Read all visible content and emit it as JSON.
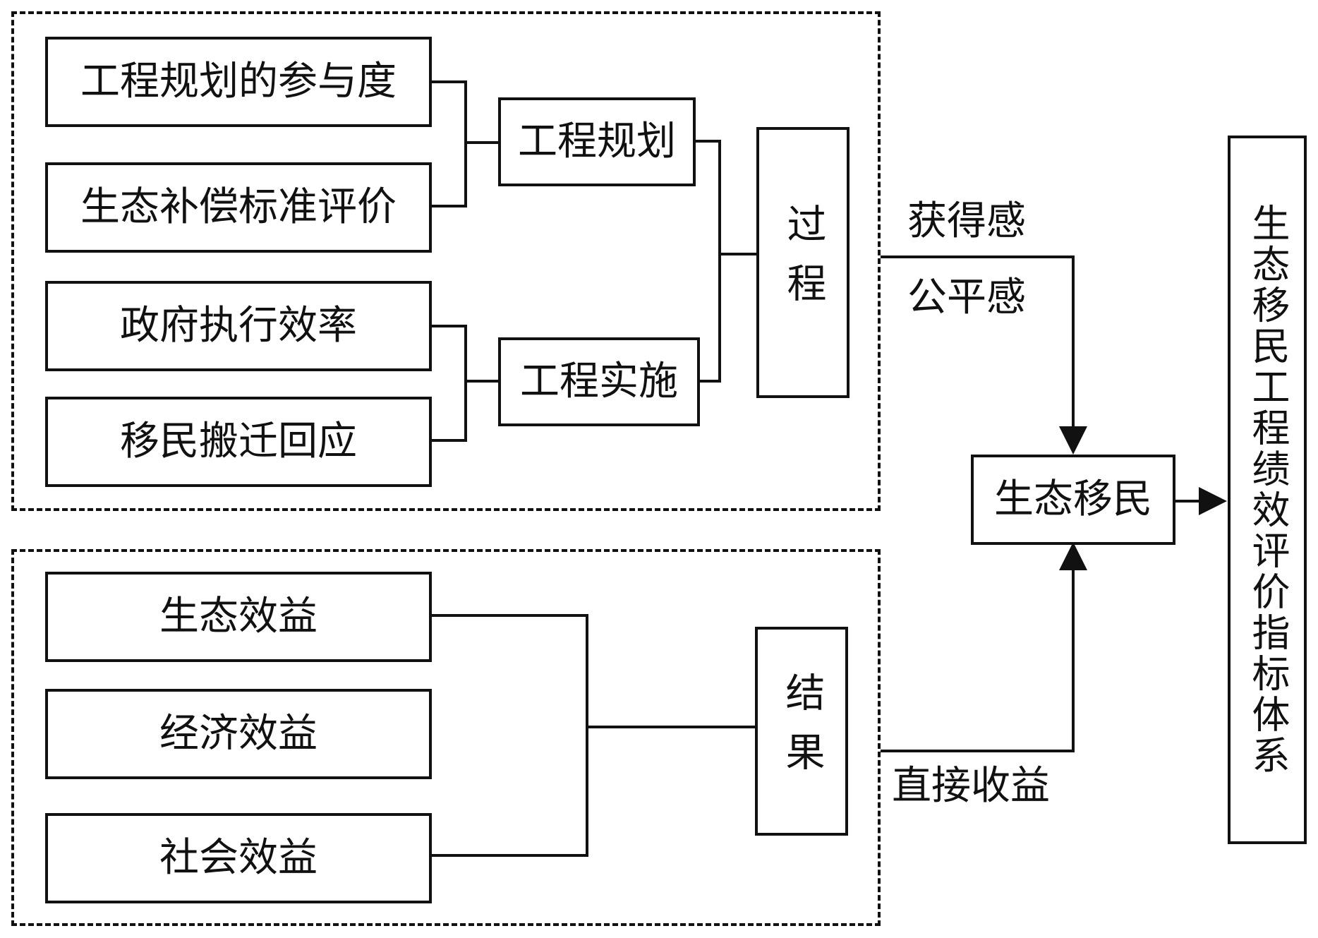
{
  "process_group": {
    "items": [
      "工程规划的参与度",
      "生态补偿标准评价",
      "政府执行效率",
      "移民搬迁回应"
    ],
    "planning": "工程规划",
    "implementation": "工程实施",
    "stage": "过程"
  },
  "result_group": {
    "items": [
      "生态效益",
      "经济效益",
      "社会效益"
    ],
    "stage": "结果"
  },
  "flow_labels": {
    "gain": "获得感",
    "fairness": "公平感",
    "direct_income": "直接收益"
  },
  "center": "生态移民",
  "target": "生态移民工程绩效评价指标体系"
}
